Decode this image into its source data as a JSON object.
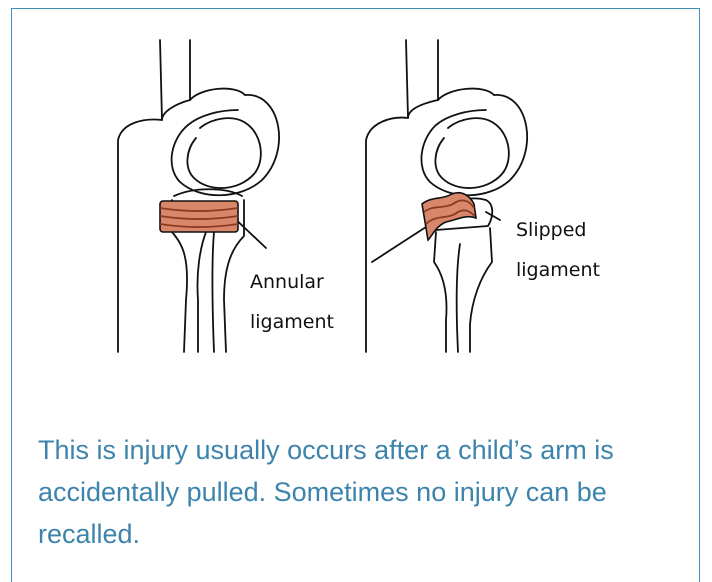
{
  "diagram": {
    "left_label_line1": "Annular",
    "left_label_line2": "ligament",
    "right_label_line1": "Slipped",
    "right_label_line2": "ligament",
    "ligament_color": "#d9876a",
    "line_color": "#111111"
  },
  "caption": {
    "text": "This is injury usually occurs after a child’s arm is accidentally pulled. Sometimes no injury can be recalled."
  },
  "theme": {
    "border_color": "#3f8fbd",
    "caption_color": "#3d84ad"
  }
}
